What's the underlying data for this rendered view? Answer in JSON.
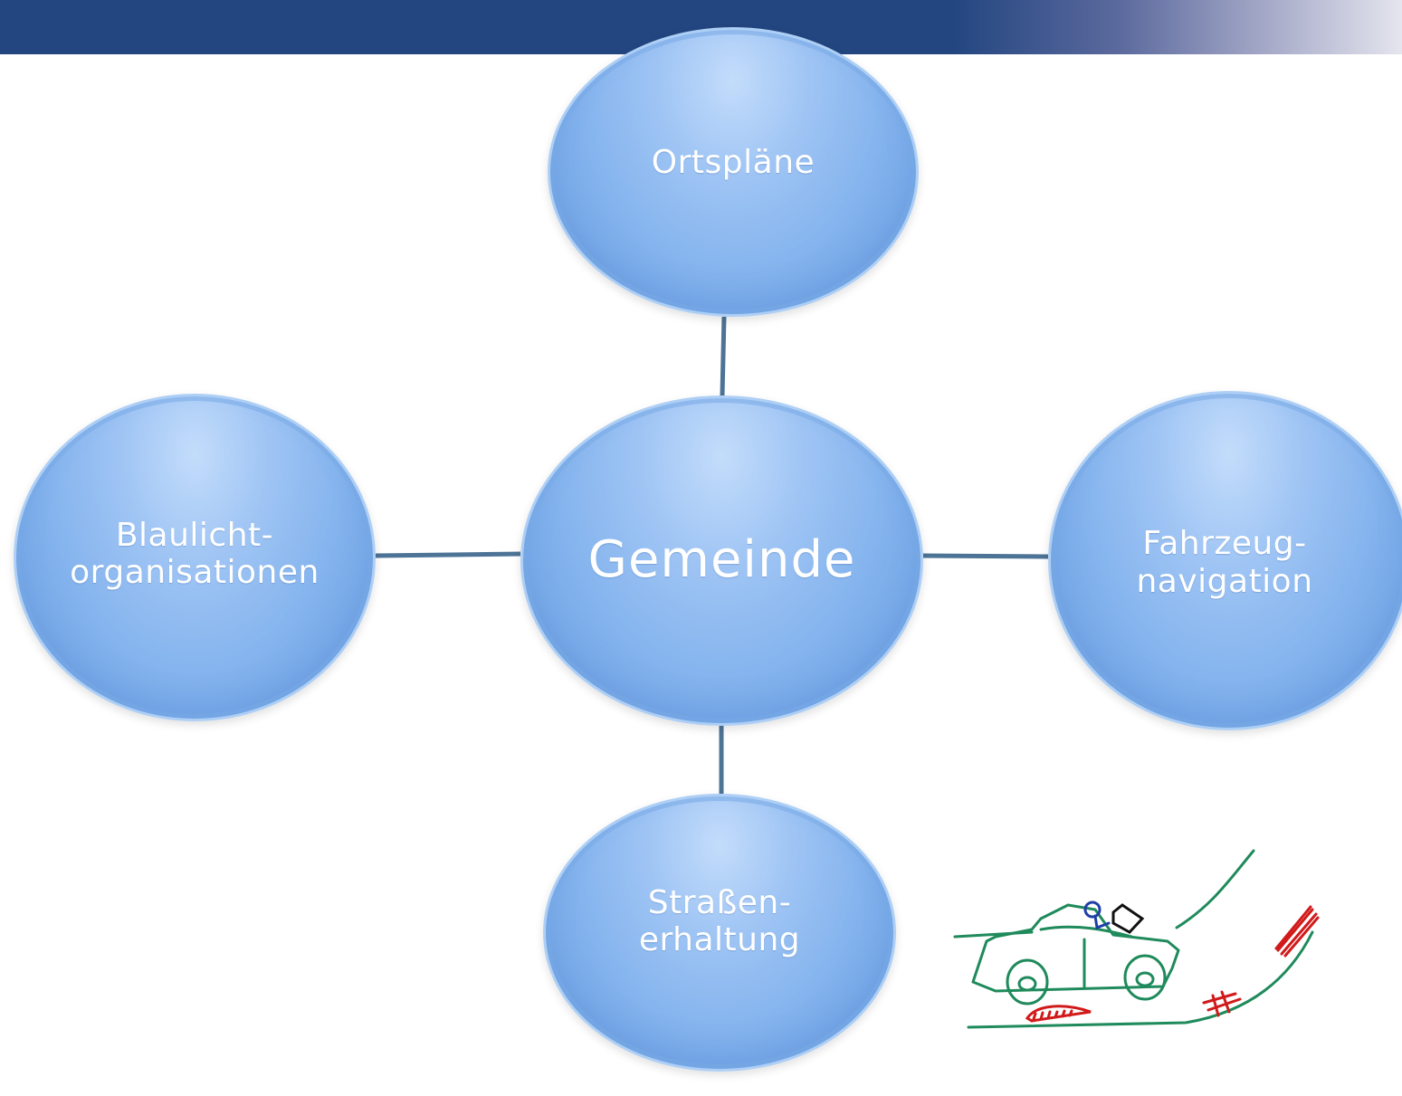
{
  "diagram": {
    "center": {
      "label": "Gemeinde"
    },
    "nodes": {
      "top": {
        "lines": [
          "Ortspläne"
        ]
      },
      "left": {
        "lines": [
          "Blaulicht-",
          "organisationen"
        ]
      },
      "right": {
        "lines": [
          "Fahrzeug-",
          "navigation"
        ]
      },
      "bottom": {
        "lines": [
          "Straßen-",
          "erhaltung"
        ]
      }
    }
  },
  "colors": {
    "header_bar": "#234680",
    "node_fill": "#7fb0ec",
    "connector": "#4d7396",
    "sketch_green": "#1f8a5b",
    "sketch_blue": "#1f3fa8",
    "sketch_red": "#d11a1a",
    "sketch_black": "#111111"
  },
  "sketch": {
    "icon": "car-sketch-icon"
  }
}
